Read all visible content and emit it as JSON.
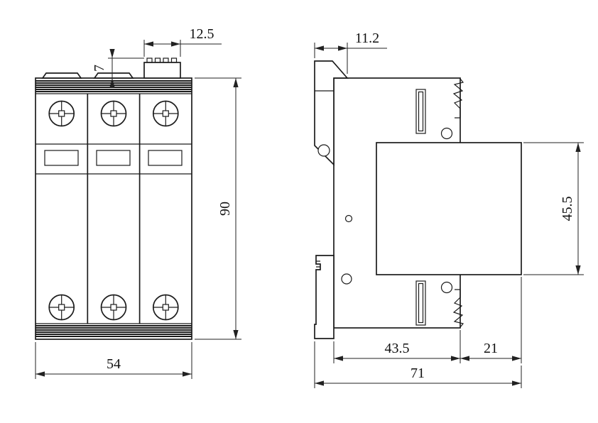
{
  "drawing": {
    "type": "technical-dimension-drawing",
    "subject": "3-pole DIN-rail surge protective device, front and side views",
    "colors": {
      "line": "#1c1c1c",
      "background": "#ffffff"
    },
    "front_view": {
      "dim_width": "54",
      "dim_height": "90",
      "dim_terminal_width": "12.5",
      "dim_terminal_height": "7"
    },
    "side_view": {
      "dim_clip_depth": "11.2",
      "dim_module_height": "45.5",
      "dim_base_depth": "43.5",
      "dim_module_depth": "21",
      "dim_overall_depth": "71"
    }
  }
}
